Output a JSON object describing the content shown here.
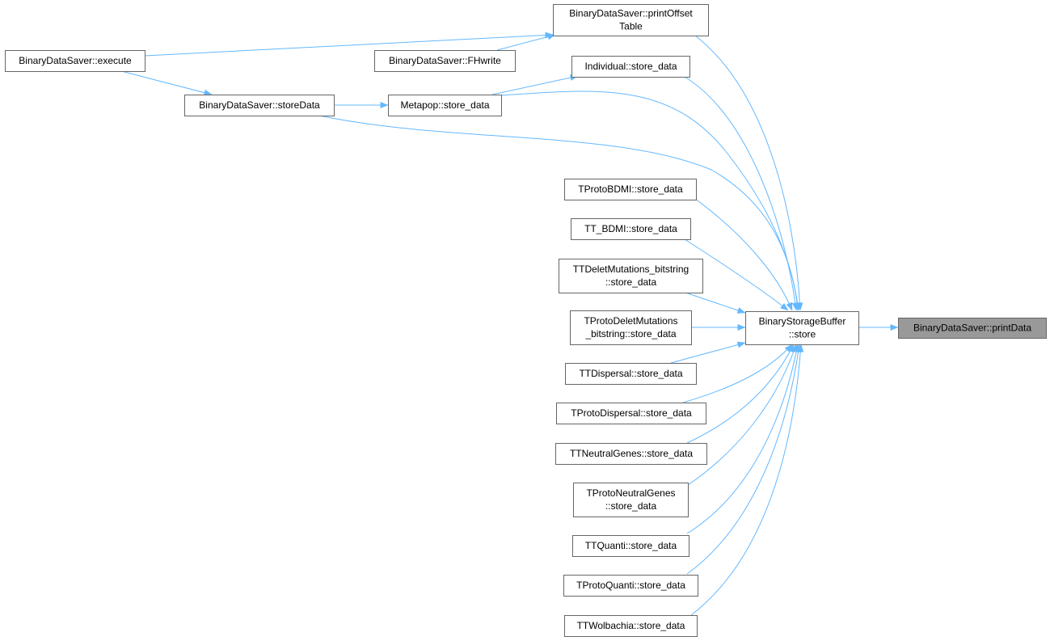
{
  "graph": {
    "edge_color": "#63b8ff",
    "current_fill": "#999999",
    "nodes": [
      {
        "id": "printData",
        "lines": [
          "BinaryDataSaver::printData"
        ],
        "current": true
      },
      {
        "id": "store",
        "lines": [
          "BinaryStorageBuffer",
          "::store"
        ]
      },
      {
        "id": "printOffsetTable",
        "lines": [
          "BinaryDataSaver::printOffset",
          "Table"
        ]
      },
      {
        "id": "execute",
        "lines": [
          "BinaryDataSaver::execute"
        ]
      },
      {
        "id": "FHwrite",
        "lines": [
          "BinaryDataSaver::FHwrite"
        ]
      },
      {
        "id": "storeData",
        "lines": [
          "BinaryDataSaver::storeData"
        ]
      },
      {
        "id": "metapop",
        "lines": [
          "Metapop::store_data"
        ]
      },
      {
        "id": "individual",
        "lines": [
          "Individual::store_data"
        ]
      },
      {
        "id": "tprotoBDMI",
        "lines": [
          "TProtoBDMI::store_data"
        ]
      },
      {
        "id": "ttBDMI",
        "lines": [
          "TT_BDMI::store_data"
        ]
      },
      {
        "id": "ttDelet",
        "lines": [
          "TTDeletMutations_bitstring",
          "::store_data"
        ]
      },
      {
        "id": "tprotoDelet",
        "lines": [
          "TProtoDeletMutations",
          "_bitstring::store_data"
        ]
      },
      {
        "id": "ttDispersal",
        "lines": [
          "TTDispersal::store_data"
        ]
      },
      {
        "id": "tprotoDispersal",
        "lines": [
          "TProtoDispersal::store_data"
        ]
      },
      {
        "id": "ttNeutral",
        "lines": [
          "TTNeutralGenes::store_data"
        ]
      },
      {
        "id": "tprotoNeutral",
        "lines": [
          "TProtoNeutralGenes",
          "::store_data"
        ]
      },
      {
        "id": "ttQuanti",
        "lines": [
          "TTQuanti::store_data"
        ]
      },
      {
        "id": "tprotoQuanti",
        "lines": [
          "TProtoQuanti::store_data"
        ]
      },
      {
        "id": "ttWolbachia",
        "lines": [
          "TTWolbachia::store_data"
        ]
      }
    ],
    "edges": [
      {
        "from": "store",
        "to": "printData"
      },
      {
        "from": "printOffsetTable",
        "to": "store"
      },
      {
        "from": "storeData",
        "to": "store"
      },
      {
        "from": "metapop",
        "to": "store"
      },
      {
        "from": "individual",
        "to": "store"
      },
      {
        "from": "tprotoBDMI",
        "to": "store"
      },
      {
        "from": "ttBDMI",
        "to": "store"
      },
      {
        "from": "ttDelet",
        "to": "store"
      },
      {
        "from": "tprotoDelet",
        "to": "store"
      },
      {
        "from": "ttDispersal",
        "to": "store"
      },
      {
        "from": "tprotoDispersal",
        "to": "store"
      },
      {
        "from": "ttNeutral",
        "to": "store"
      },
      {
        "from": "tprotoNeutral",
        "to": "store"
      },
      {
        "from": "ttQuanti",
        "to": "store"
      },
      {
        "from": "tprotoQuanti",
        "to": "store"
      },
      {
        "from": "ttWolbachia",
        "to": "store"
      },
      {
        "from": "execute",
        "to": "printOffsetTable"
      },
      {
        "from": "FHwrite",
        "to": "printOffsetTable"
      },
      {
        "from": "execute",
        "to": "storeData"
      },
      {
        "from": "storeData",
        "to": "metapop"
      },
      {
        "from": "metapop",
        "to": "individual"
      }
    ]
  }
}
